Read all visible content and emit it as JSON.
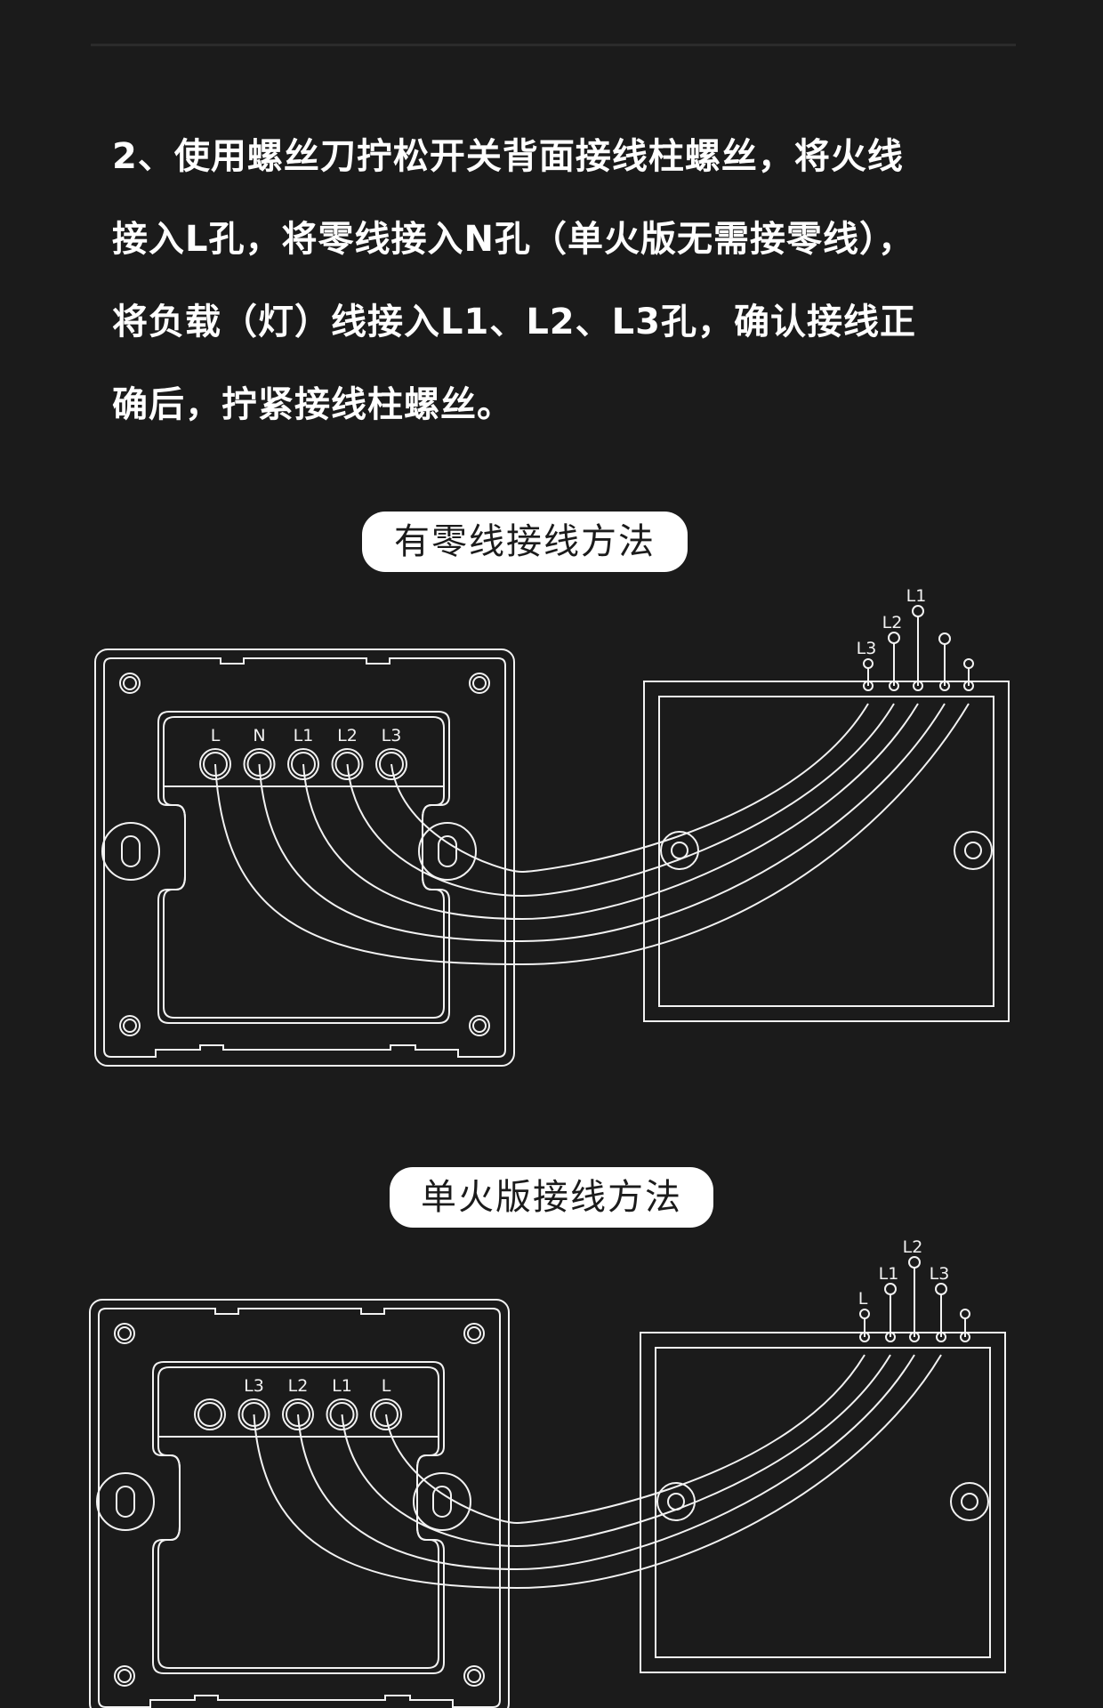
{
  "instructions": {
    "lines": [
      "2、使用螺丝刀拧松开关背面接线柱螺丝，将火线",
      "接入L孔，将零线接入N孔（单火版无需接零线），",
      "将负载（灯）线接入L1、L2、L3孔，确认接线正",
      "确后，拧紧接线柱螺丝。"
    ]
  },
  "diagrams": [
    {
      "title": "有零线接线方法",
      "terminal_labels": [
        "L",
        "N",
        "L1",
        "L2",
        "L3"
      ],
      "box_labels": [
        "L3",
        "L2",
        "L1",
        "",
        ""
      ]
    },
    {
      "title": "单火版接线方法",
      "terminal_labels": [
        "",
        "L3",
        "L2",
        "L1",
        "L"
      ],
      "box_labels": [
        "L",
        "L1",
        "L2",
        "L3",
        ""
      ]
    }
  ],
  "colors": {
    "background": "#1b1b1b",
    "line": "#f2f2f2",
    "pill": "#ffffff"
  }
}
